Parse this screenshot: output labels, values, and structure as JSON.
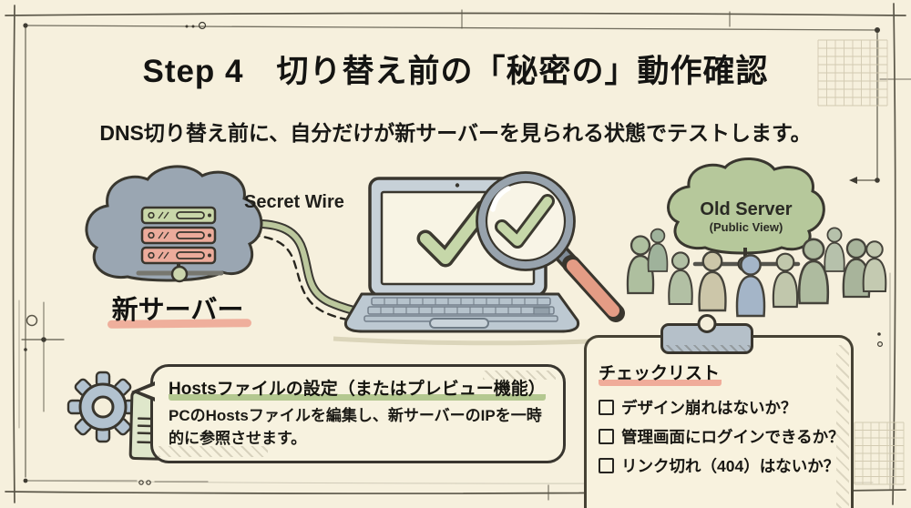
{
  "page": {
    "title": "Step 4　切り替え前の「秘密の」動作確認",
    "subtitle": "DNS切り替え前に、自分だけが新サーバーを見られる状態でテストします。"
  },
  "new_server": {
    "label": "新サーバー",
    "wire_label": "Secret Wire"
  },
  "old_server": {
    "name": "Old Server",
    "caption": "(Public View)"
  },
  "hosts_bubble": {
    "title": "Hostsファイルの設定（またはプレビュー機能）",
    "body": "PCのHostsファイルを編集し、新サーバーのIPを一時的に参照させます。"
  },
  "checklist": {
    "title": "チェックリスト",
    "items": [
      "デザイン崩れはないか？",
      "管理画面にログインできるか？",
      "リンク切れ（404）はないか？"
    ]
  },
  "colors": {
    "background": "#f4eeda",
    "ink": "#2e2c27",
    "highlight_green": "#adc488",
    "highlight_salmon": "#eea08e",
    "cloud_gray": "#9aa6b2",
    "cloud_green": "#b6c89b",
    "server_bar_green": "#c9d7a9",
    "server_bar_salmon": "#ecab9b",
    "laptop_gray": "#bdc9d2",
    "magnifier_handle": "#e49c85",
    "check_green": "#c6d7a9"
  }
}
